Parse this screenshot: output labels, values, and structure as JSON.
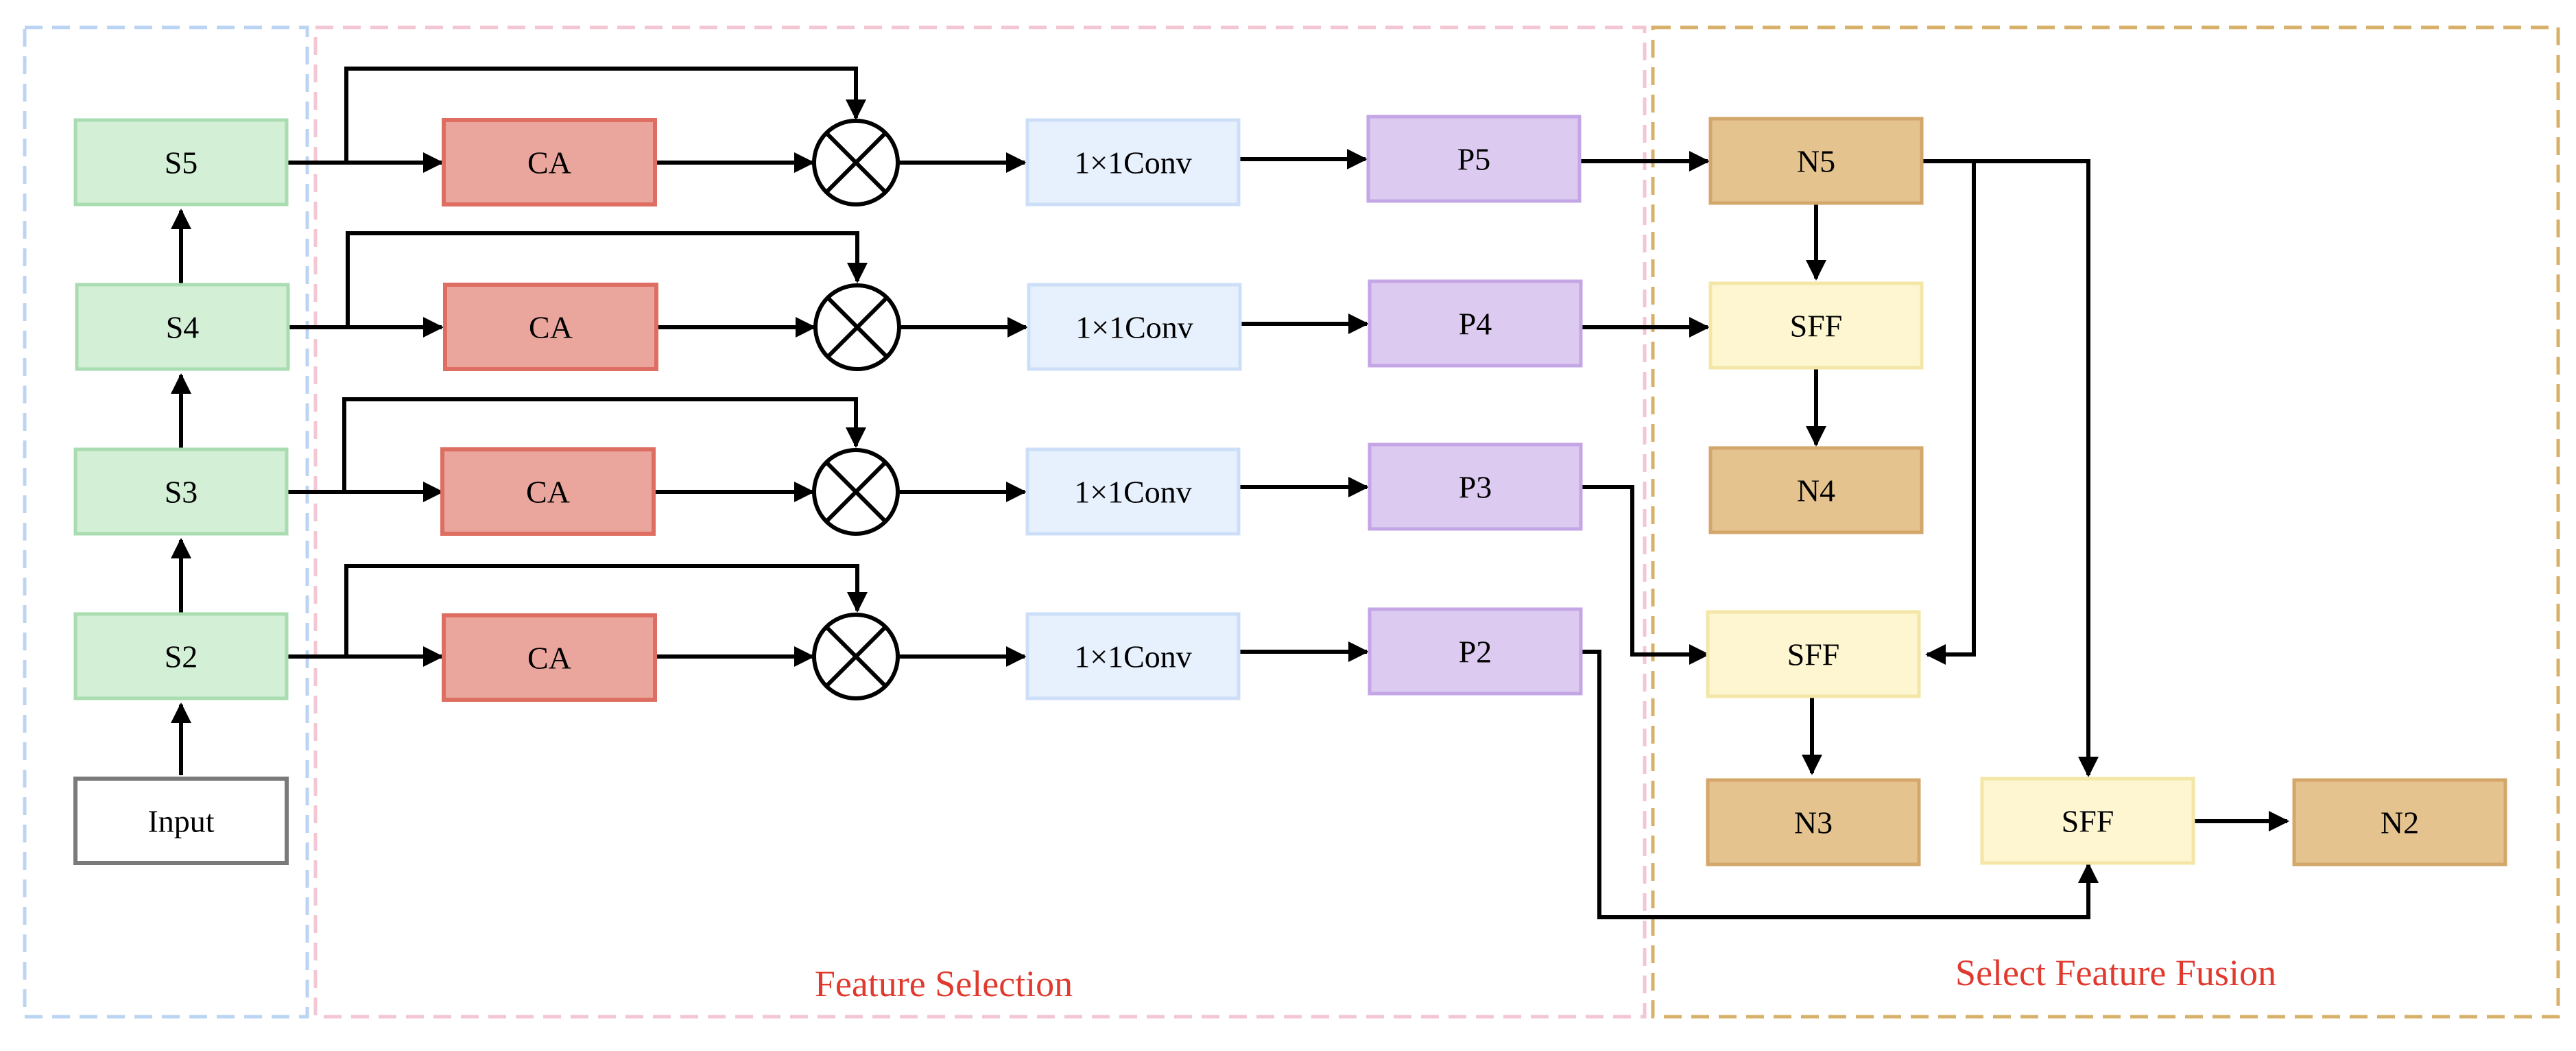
{
  "colors": {
    "backbone": "#d3efd6",
    "backbone_border": "#a9dcb0",
    "input": "#ffffff",
    "input_border": "#7a7a7a",
    "ca": "#eaa69d",
    "ca_border": "#de6e62",
    "conv": "#e7f0fd",
    "conv_border": "#cddff8",
    "p": "#dccaf0",
    "p_border": "#c4a6e6",
    "n": "#e5c38f",
    "n_border": "#d3a66a",
    "sff": "#fdf6d0",
    "sff_border": "#f3e6a6",
    "region_backbone": "#bcd4f3",
    "region_selection": "#f3c6d3",
    "region_fusion": "#d7b06a",
    "region_text": "#e03a2f"
  },
  "regions": {
    "feature_selection": "Feature Selection",
    "select_feature_fusion": "Select Feature Fusion"
  },
  "nodes": {
    "input": "Input",
    "s2": "S2",
    "s3": "S3",
    "s4": "S4",
    "s5": "S5",
    "ca": "CA",
    "conv": "1×1Conv",
    "p2": "P2",
    "p3": "P3",
    "p4": "P4",
    "p5": "P5",
    "n2": "N2",
    "n3": "N3",
    "n4": "N4",
    "n5": "N5",
    "sff": "SFF"
  }
}
